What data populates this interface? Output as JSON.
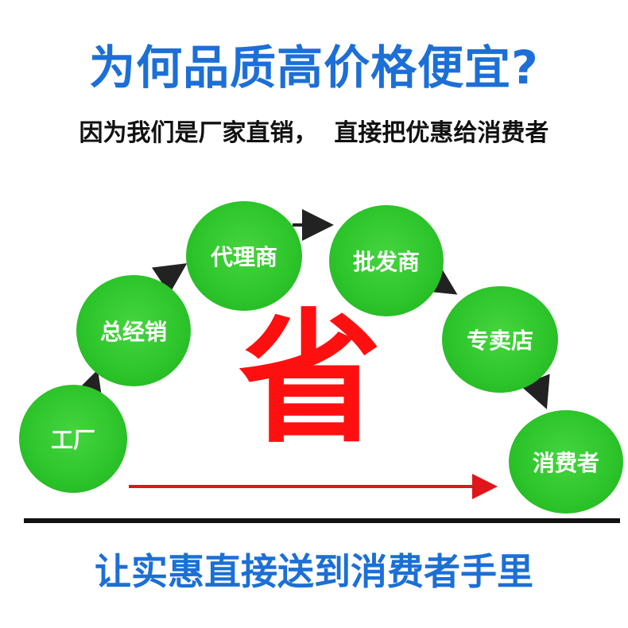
{
  "header": {
    "title": "为何品质高价格便宜?",
    "subtitle": "因为我们是厂家直销，  直接把优惠给消费者"
  },
  "flow": {
    "nodes": [
      {
        "label": "工厂"
      },
      {
        "label": "总经销"
      },
      {
        "label": "代理商"
      },
      {
        "label": "批发商"
      },
      {
        "label": "专卖店"
      },
      {
        "label": "消费者"
      }
    ],
    "center_label": "省"
  },
  "footer": {
    "text": "让实惠直接送到消费者手里"
  },
  "colors": {
    "title_blue": "#1c6fd6",
    "node_green": "#2cc42a",
    "arrow_red": "#e0161a",
    "sheng_red": "#ff1010",
    "arrow_dark": "#222222"
  }
}
